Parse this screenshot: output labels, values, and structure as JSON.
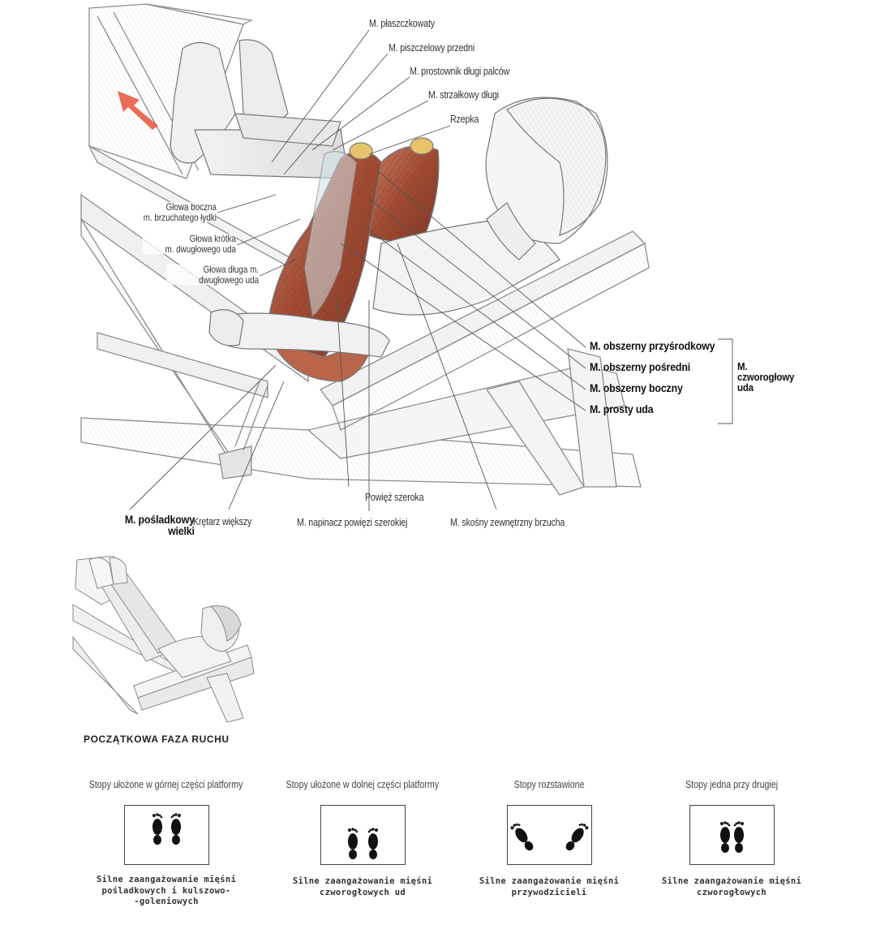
{
  "anatomy_labels": {
    "m_plaszczkowaty": "M. płaszczkowaty",
    "m_piszczelowy_przedni": "M. piszczelowy przedni",
    "m_prostownik": "M. prostownik długi palców",
    "m_strzalkowy": "M. strzałkowy długi",
    "rzepka": "Rzepka",
    "glowa_boczna_1": "Głowa boczna",
    "glowa_boczna_2": "m. brzuchatego łydki",
    "glowa_krotka_1": "Głowa krótka",
    "glowa_krotka_2": "m. dwugłowego uda",
    "glowa_dluga_1": "Głowa długa m.",
    "glowa_dluga_2": "dwugłowego uda",
    "obszerny_przysrodkowy": "M. obszerny przyśrodkowy",
    "obszerny_posredni": "M. obszerny pośredni",
    "obszerny_boczny": "M. obszerny boczny",
    "prosty_uda": "M. prosty uda",
    "czworoglowy_1": "M.",
    "czworoglowy_2": "czworogłowy",
    "czworoglowy_3": "uda",
    "posladkowy_1": "M. pośladkowy",
    "posladkowy_2": "wielki",
    "kretarz": "Krętarz większy",
    "powiez": "Powięź szeroka",
    "napinacz": "M. napinacz powięzi szerokiej",
    "skosny": "M. skośny zewnętrzny brzucha"
  },
  "start_phase": {
    "caption": "POCZĄTKOWA FAZA RUCHU"
  },
  "variants": [
    {
      "title": "Stopy ułożone w górnej części platformy",
      "desc_1": "Silne zaangażowanie mięśni",
      "desc_2": "pośladkowych i kulszowo-",
      "desc_3": "-goleniowych"
    },
    {
      "title": "Stopy ułożone w dolnej części platformy",
      "desc_1": "Silne zaangażowanie mięśni",
      "desc_2": "czworogłowych ud",
      "desc_3": ""
    },
    {
      "title": "Stopy rozstawione",
      "desc_1": "Silne zaangażowanie mięśni",
      "desc_2": "przywodzicieli",
      "desc_3": ""
    },
    {
      "title": "Stopy jedna przy drugiej",
      "desc_1": "Silne zaangażowanie mięśni",
      "desc_2": "czworogłowych",
      "desc_3": ""
    }
  ],
  "colors": {
    "muscle": "#a5533c",
    "muscle_light": "#d08a6a",
    "patella": "#e8c36a",
    "arrow": "#e8523a",
    "line": "#555555",
    "machine": "#8a8a8a"
  }
}
